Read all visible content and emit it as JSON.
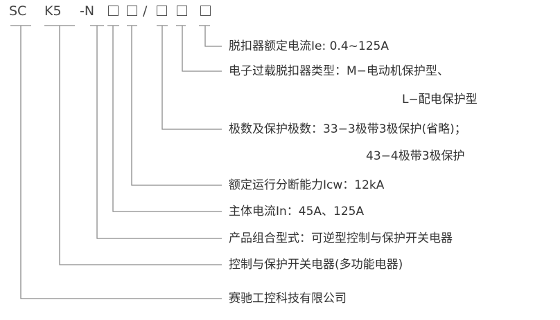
{
  "code": {
    "sc": "SC",
    "k5": "K5",
    "n": "-N",
    "slash": "/"
  },
  "descriptions": [
    {
      "line1": "脱扣器额定电流Ie: 0.4~125A"
    },
    {
      "line1": "电子过载脱扣器类型：M−电动机保护型、",
      "line2": "L−配电保护型"
    },
    {
      "line1": "极数及保护极数：33−3极带3极保护(省略)；",
      "line2": "43−4极带3极保护"
    },
    {
      "line1": "额定运行分断能力Icw：12kA"
    },
    {
      "line1": "主体电流In：45A、125A"
    },
    {
      "line1": "产品组合型式：可逆型控制与保护开关电器"
    },
    {
      "line1": "控制与保护开关电器(多功能电器)"
    },
    {
      "line1": "赛驰工控科技有限公司"
    }
  ],
  "colors": {
    "line": "#8a8a8a",
    "text": "#333333"
  }
}
